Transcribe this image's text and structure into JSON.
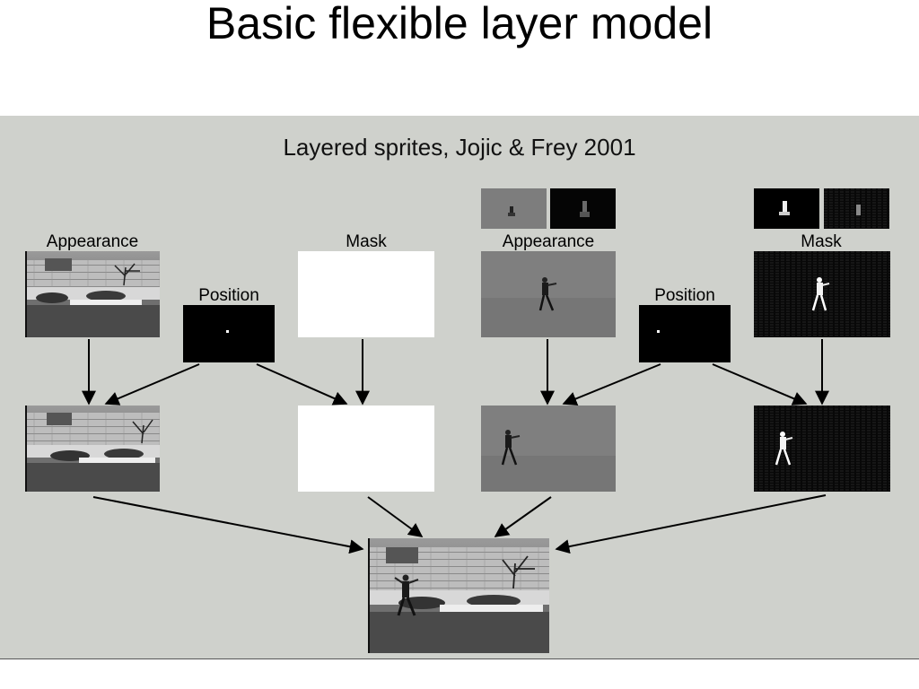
{
  "slide": {
    "title": "Basic flexible layer model"
  },
  "figure": {
    "caption": "Layered sprites, Jojic & Frey 2001",
    "labels": {
      "appearance_left": "Appearance",
      "position_left": "Position",
      "mask_left": "Mask",
      "appearance_right": "Appearance",
      "position_right": "Position",
      "mask_right": "Mask"
    }
  },
  "colors": {
    "panel_background": "#cfd1cc",
    "arrow": "#000000",
    "mask_white": "#ffffff",
    "position_black": "#000000"
  }
}
